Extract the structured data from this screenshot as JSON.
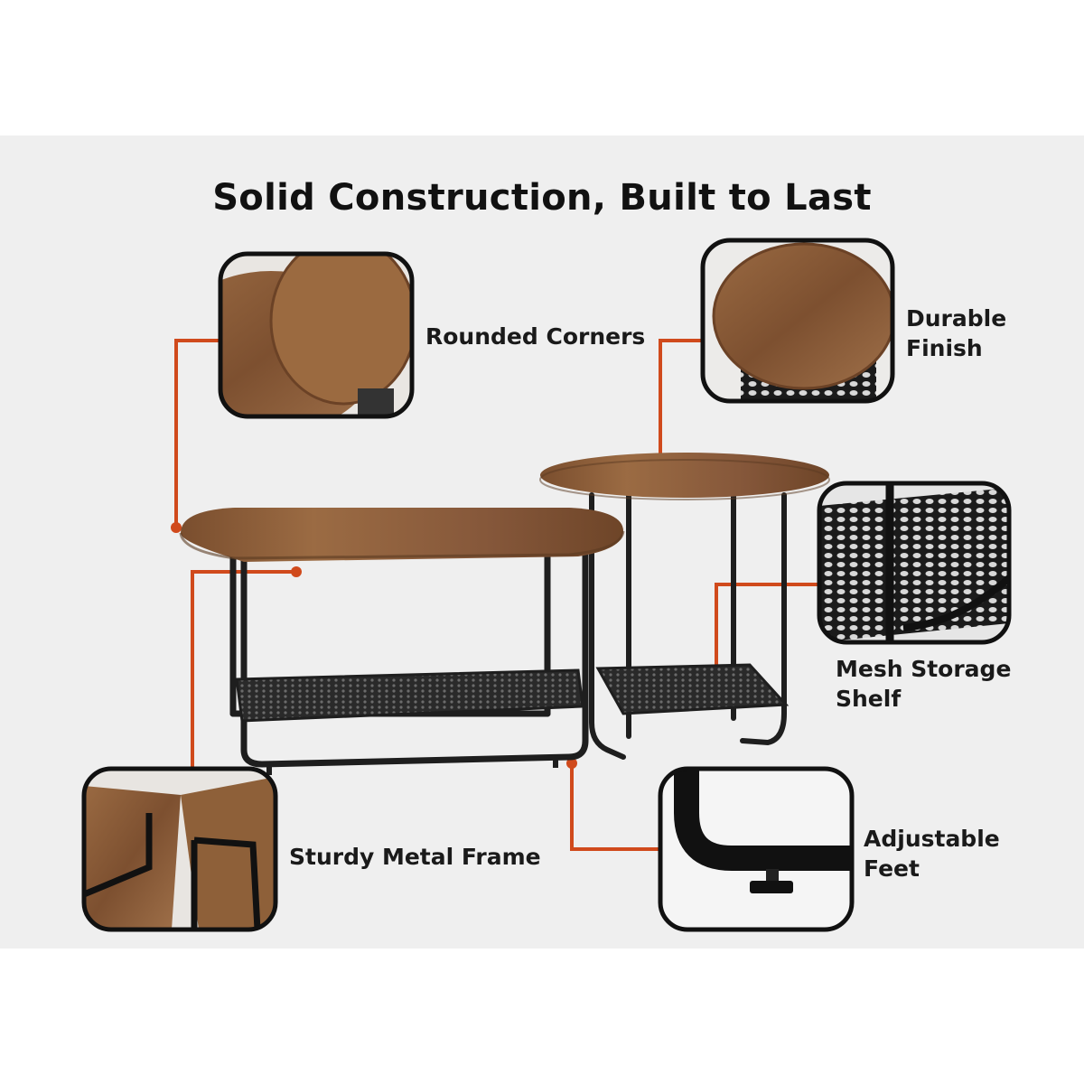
{
  "title": "Solid Construction, Built to Last",
  "callouts": {
    "rounded_corners": "Rounded Corners",
    "durable_finish": "Durable Finish",
    "mesh_storage_line1": "Mesh Storage",
    "mesh_storage_line2": "Shelf",
    "sturdy_frame": "Sturdy Metal Frame",
    "adjustable_line1": "Adjustable",
    "adjustable_line2": "Feet"
  },
  "colors": {
    "background": "#efefef",
    "leader_line": "#d04a1c",
    "wood": "#8a5a34",
    "metal": "#1e1e1e"
  }
}
